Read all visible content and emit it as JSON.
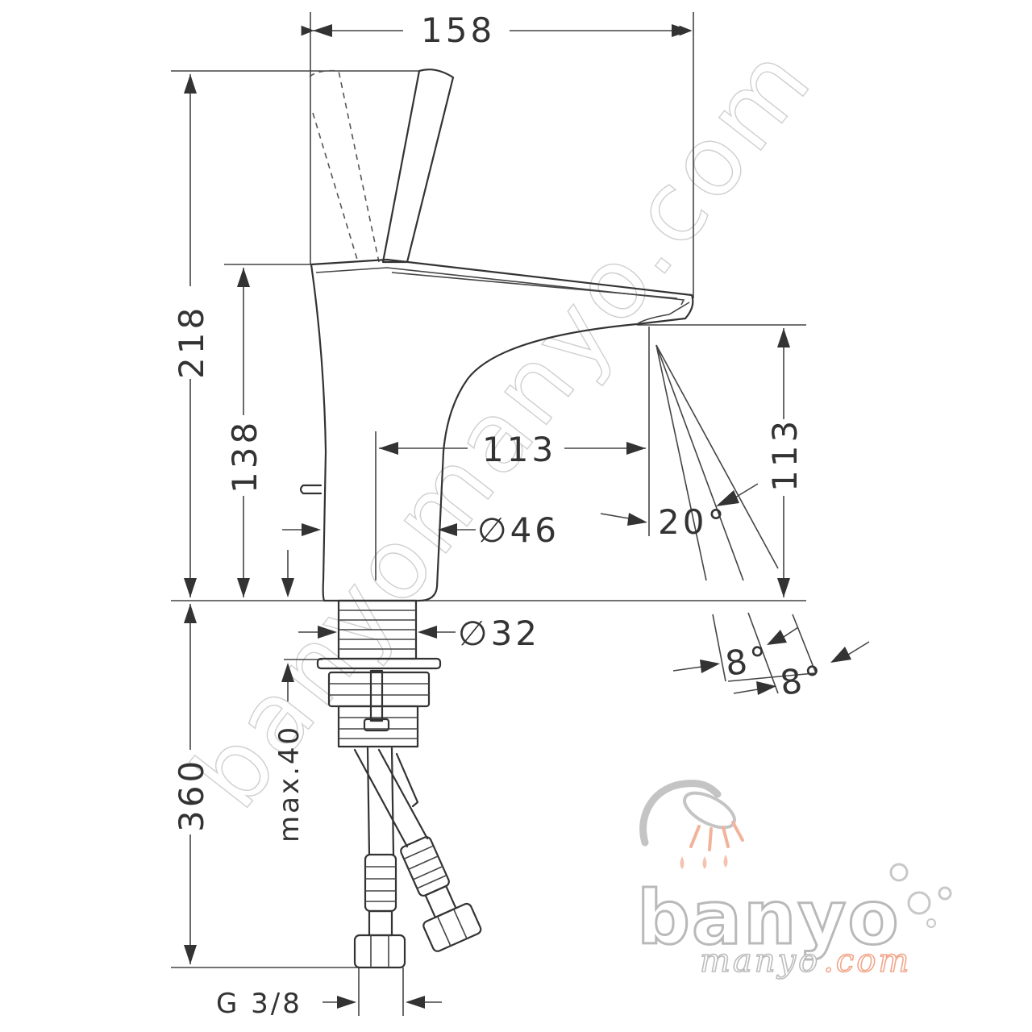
{
  "dimensions": {
    "total_width": "158",
    "total_height": "218",
    "body_height": "138",
    "spout_reach": "113",
    "spout_height": "113",
    "body_diameter": "∅46",
    "shank_diameter": "∅32",
    "max_thickness": "max.40",
    "under_counter_length": "360",
    "connection_thread": "G 3/8",
    "spray_angle": "20°",
    "spray_angle_a": "8°",
    "spray_angle_b": "8°"
  },
  "watermark": {
    "diagonal_text": "banyomanyo.com",
    "logo_main": "banyo",
    "logo_sub": "manyo",
    "logo_tld": ".com"
  },
  "colors": {
    "line": "#333333",
    "watermark_gray": "#b9b9b9",
    "watermark_orange": "#f0a88c"
  }
}
